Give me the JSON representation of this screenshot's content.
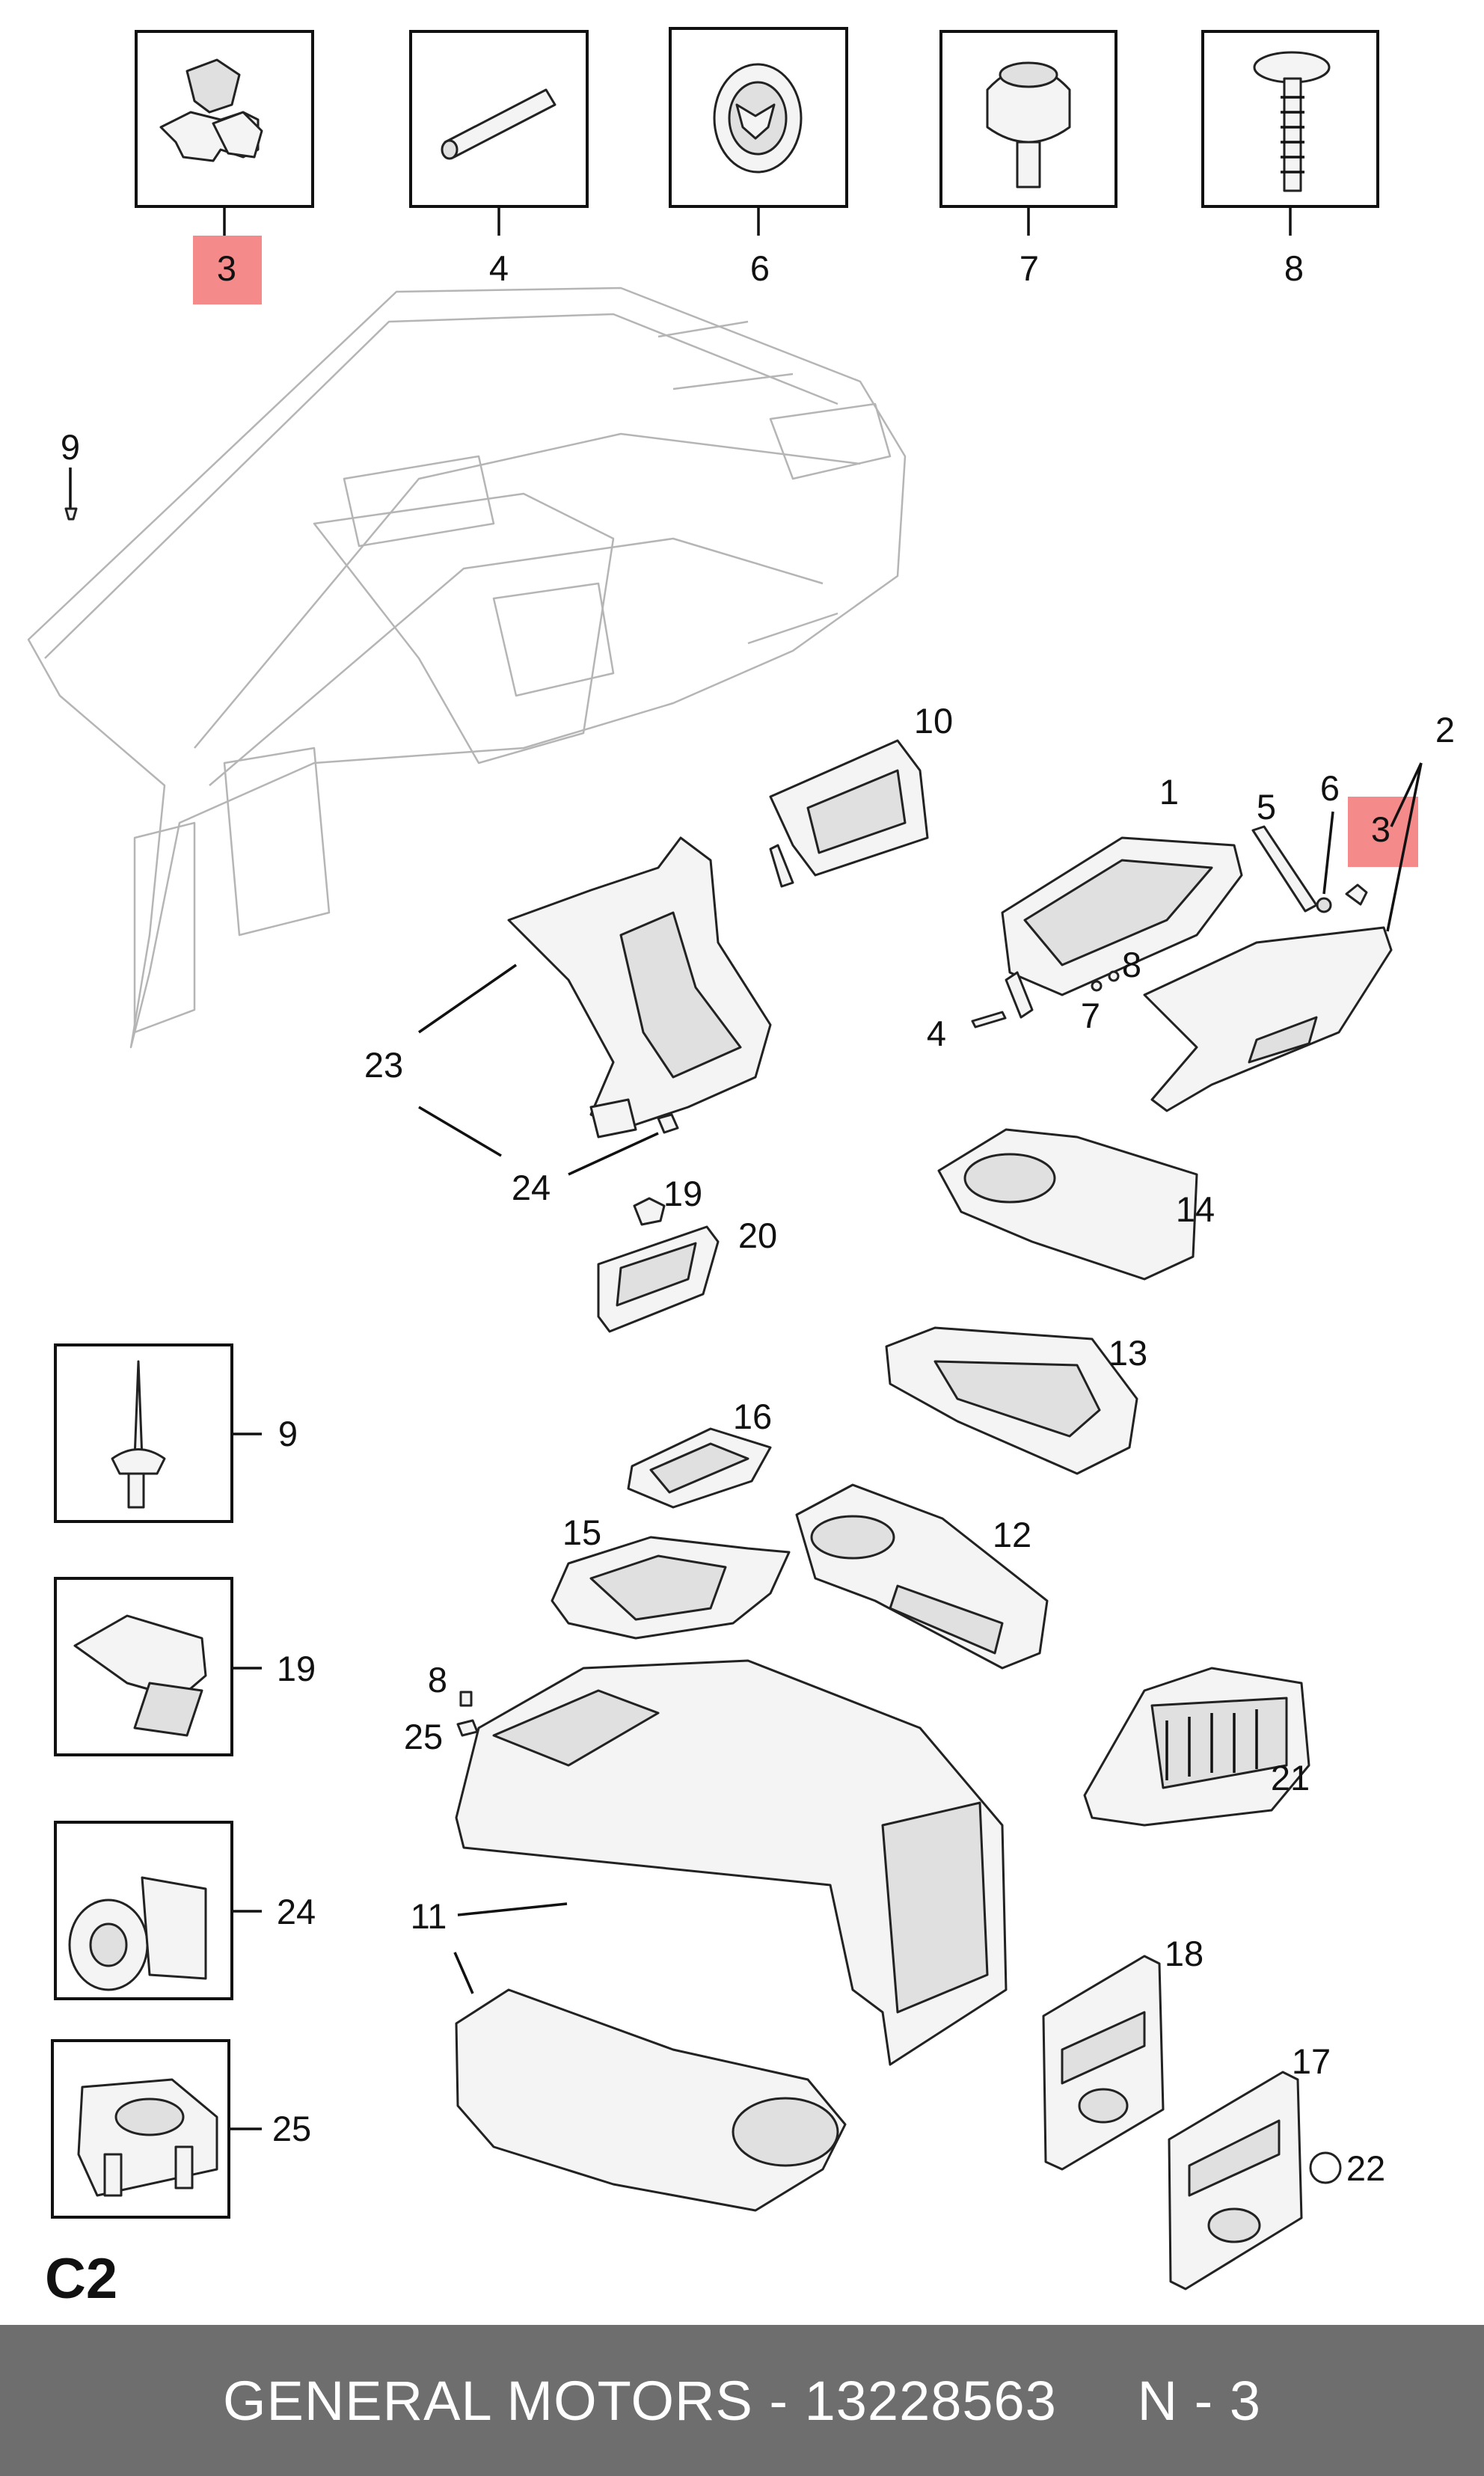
{
  "diagram": {
    "section_code": "C2",
    "highlighted_part": "3",
    "highlight_color": "#f48a8a",
    "callouts": {
      "p1": "1",
      "p2": "2",
      "p3_box": "3",
      "p3_hl": "3",
      "p4_box": "4",
      "p4": "4",
      "p5": "5",
      "p6_box": "6",
      "p6": "6",
      "p7_box": "7",
      "p7": "7",
      "p8_box": "8",
      "p8a": "8",
      "p8b": "8",
      "p9_top": "9",
      "p9_box": "9",
      "p10": "10",
      "p11": "11",
      "p12": "12",
      "p13": "13",
      "p14": "14",
      "p15": "15",
      "p16": "16",
      "p17": "17",
      "p18": "18",
      "p19": "19",
      "p19_box": "19",
      "p20": "20",
      "p21": "21",
      "p22": "22",
      "p23": "23",
      "p24": "24",
      "p24_box": "24",
      "p25": "25",
      "p25_box": "25"
    }
  },
  "footer": {
    "text": "GENERAL MOTORS - 13228563     N - 3",
    "background": "#6e6e6e"
  }
}
